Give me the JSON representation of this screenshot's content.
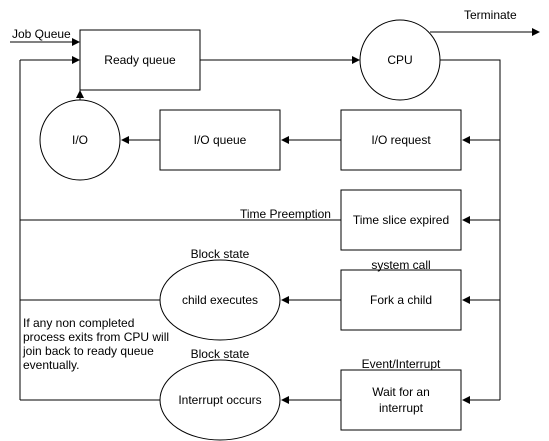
{
  "nodes": {
    "ready_queue": "Ready queue",
    "cpu": "CPU",
    "io": "I/O",
    "io_queue": "I/O queue",
    "io_request": "I/O request",
    "time_slice": "Time slice expired",
    "fork_child": "Fork a child",
    "child_executes": "child executes",
    "wait_line1": "Wait for an",
    "wait_line2": "interrupt",
    "interrupt_occurs": "Interrupt occurs"
  },
  "labels": {
    "job_queue": "Job Queue",
    "terminate": "Terminate",
    "time_preemption": "Time Preemption",
    "block_state_1": "Block state",
    "system_call": "system call",
    "block_state_2": "Block state",
    "event_interrupt": "Event/Interrupt",
    "note_line1": "If any non completed",
    "note_line2": "process exits from CPU will",
    "note_line3": "join back to ready queue",
    "note_line4": "eventually."
  }
}
